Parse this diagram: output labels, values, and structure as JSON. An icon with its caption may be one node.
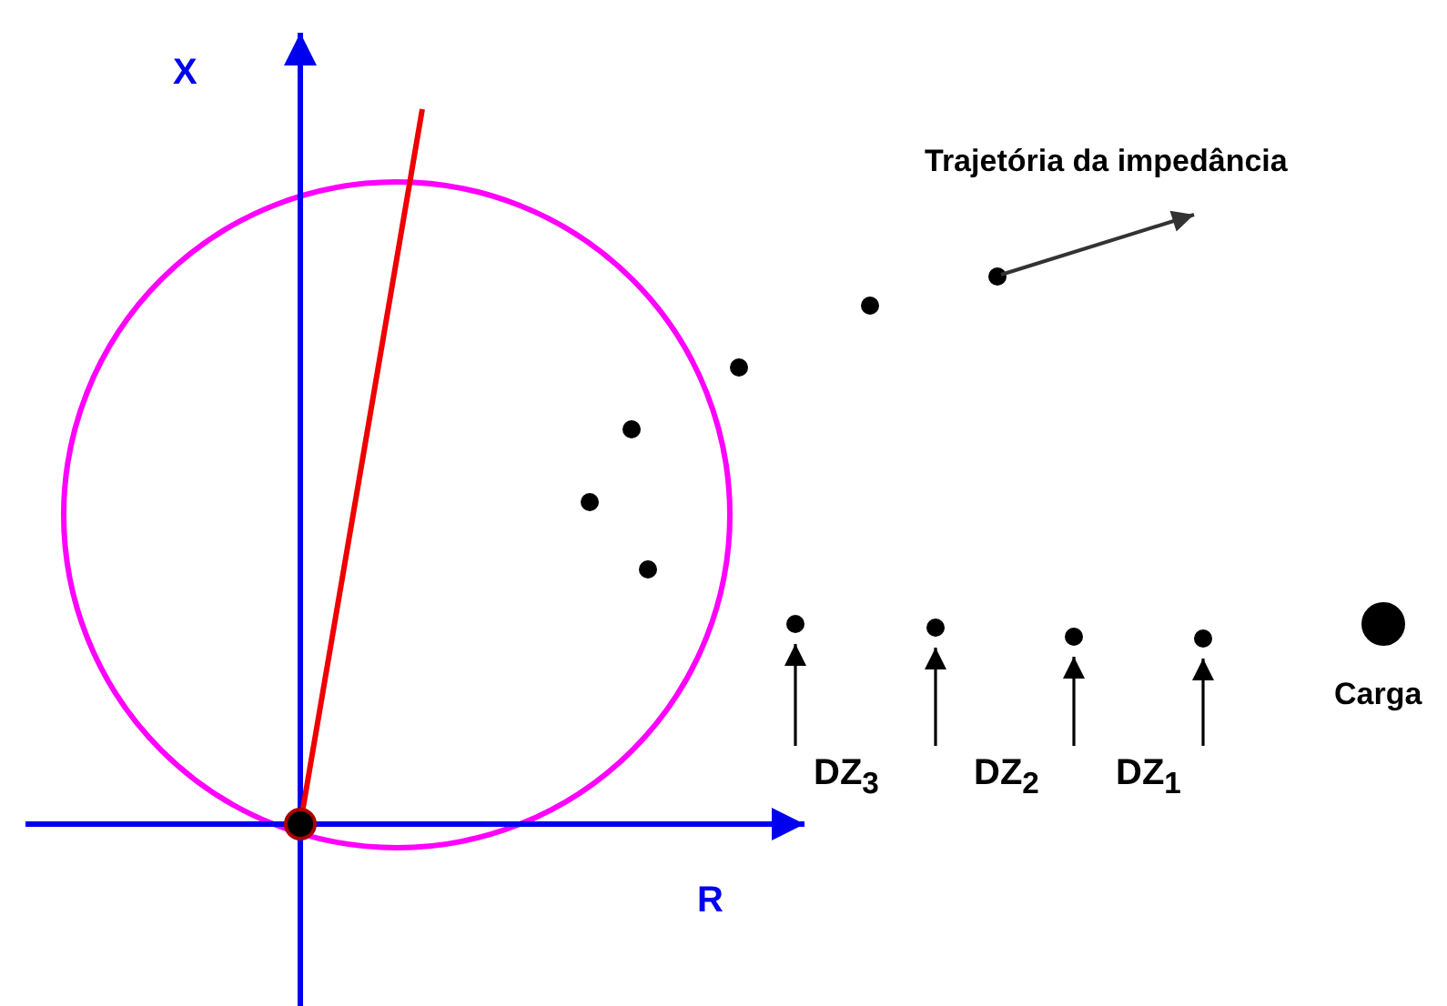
{
  "diagram": {
    "nodes": [
      {
        "text": [],
        "shape": "circle"
      },
      {
        "text": [],
        "shape": "circle"
      },
      {
        "text": [],
        "shape": "circle"
      },
      {
        "text": [],
        "shape": "circle"
      }
    ],
    "edges": [
      {
        "from": null,
        "to": 0,
        "arrow": "to"
      },
      {
        "from": null,
        "to": 1,
        "arrow": "to"
      },
      {
        "from": null,
        "to": 2,
        "arrow": "to"
      },
      {
        "from": null,
        "to": 3,
        "arrow": "to"
      }
    ],
    "labels": [
      "X",
      "Trajetória da impedância",
      "DZ$_{3}$",
      "DZ$_{2}$",
      "DZ$_{1}$",
      "Carga",
      "R"
    ]
  }
}
